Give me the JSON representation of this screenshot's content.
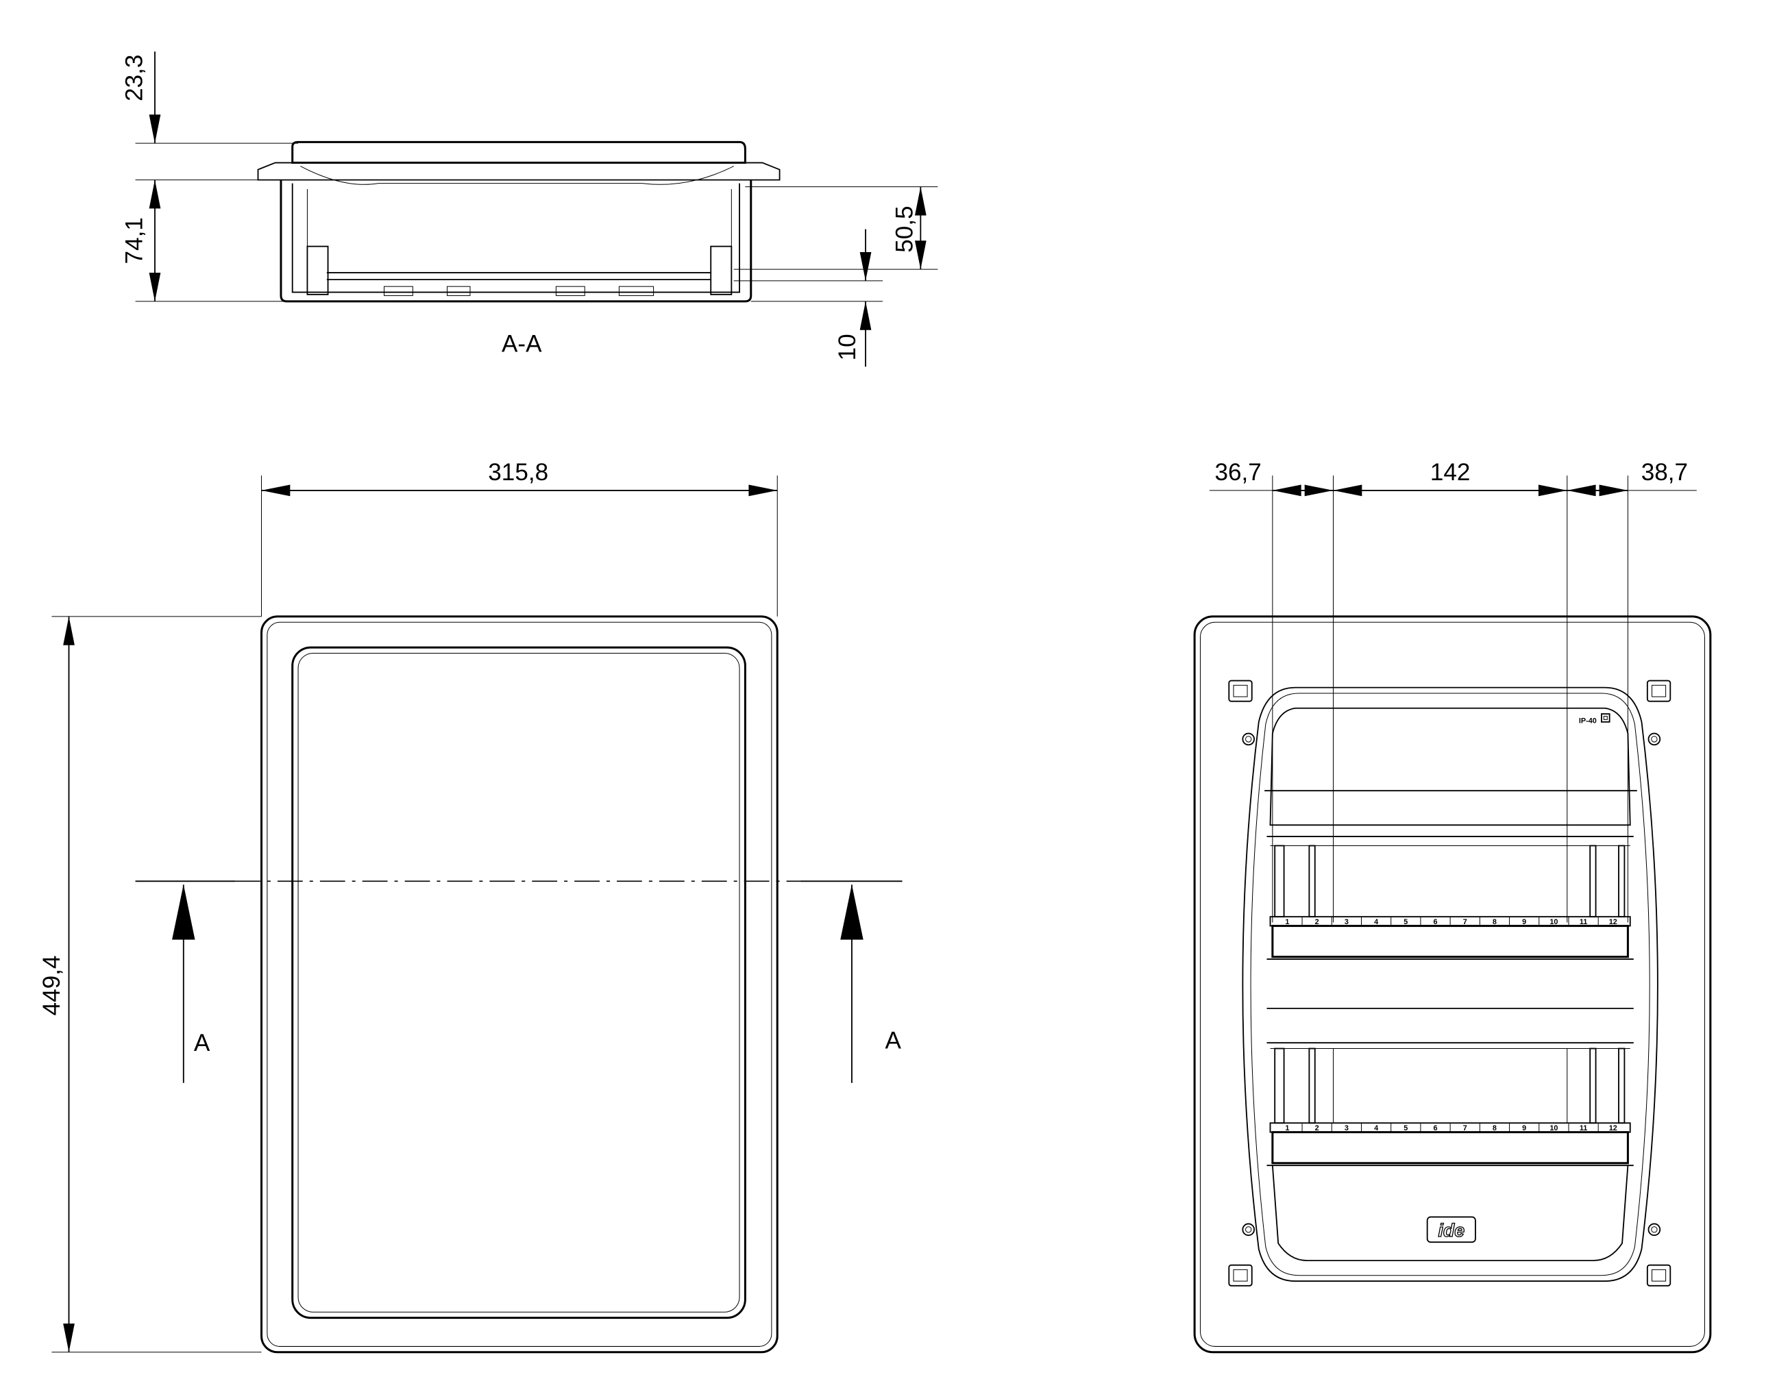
{
  "section_view": {
    "label": "A-A",
    "dimensions": {
      "lid_height": "23,3",
      "body_height": "74,1",
      "rail_depth": "50,5",
      "rail_offset": "10"
    }
  },
  "front_view": {
    "dimensions": {
      "width": "315,8",
      "height": "449,4"
    },
    "section_marks": {
      "left": "A",
      "right": "A"
    }
  },
  "interior_view": {
    "dimensions": {
      "left_margin": "36,7",
      "rail_span": "142",
      "right_margin": "38,7"
    },
    "rating": "IP-40",
    "logo": "ide",
    "module_numbers": [
      "1",
      "2",
      "3",
      "4",
      "5",
      "6",
      "7",
      "8",
      "9",
      "10",
      "11",
      "12"
    ]
  }
}
